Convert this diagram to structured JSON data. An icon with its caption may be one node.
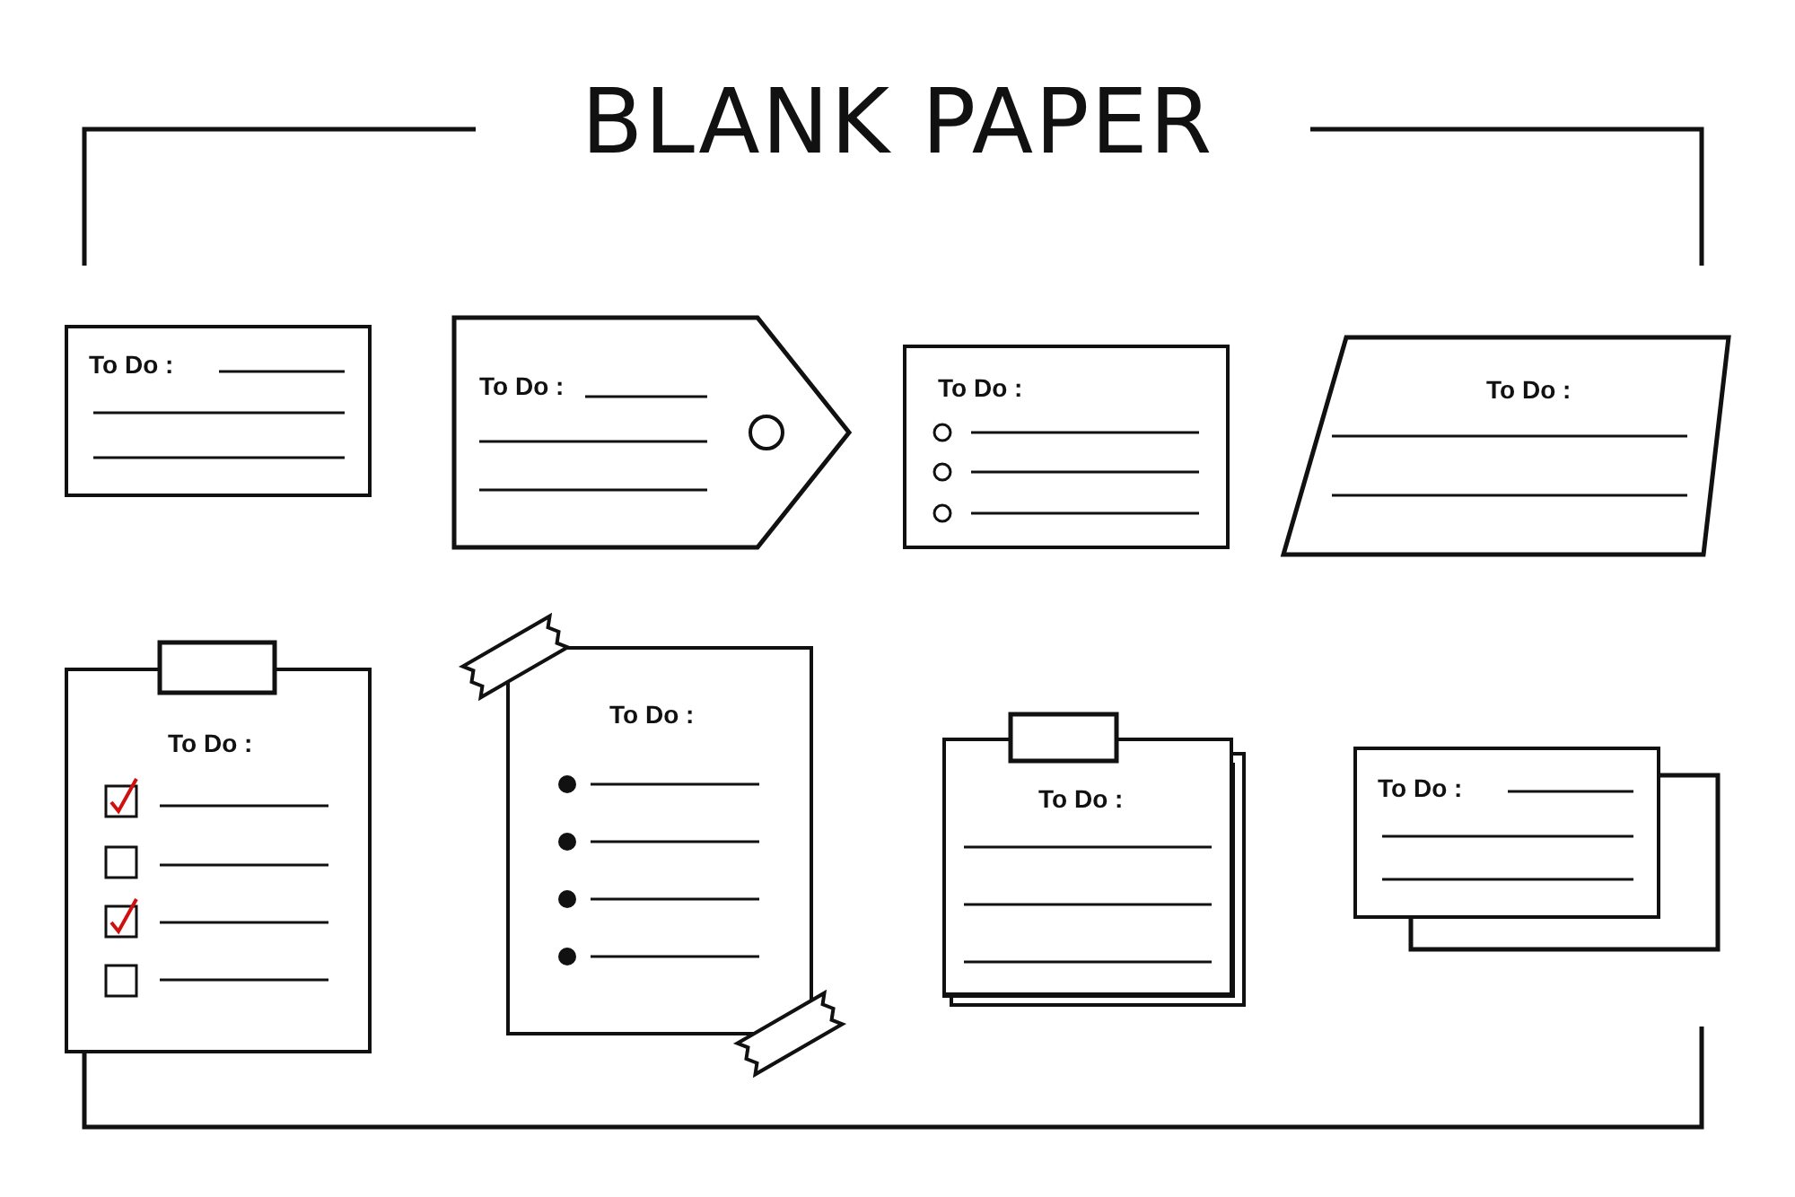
{
  "diagram": {
    "title": "BLANK PAPER",
    "nodes": [
      {
        "text": [
          "To Do :"
        ]
      },
      {
        "text": [
          "To Do :"
        ]
      },
      {
        "text": [
          "To Do :"
        ]
      },
      {
        "text": [
          "To Do :"
        ]
      },
      {
        "text": [
          "To Do :"
        ]
      },
      {
        "text": [
          "To Do :"
        ]
      },
      {
        "text": [
          "To Do :"
        ]
      },
      {
        "text": [
          "To Do :"
        ]
      }
    ]
  }
}
